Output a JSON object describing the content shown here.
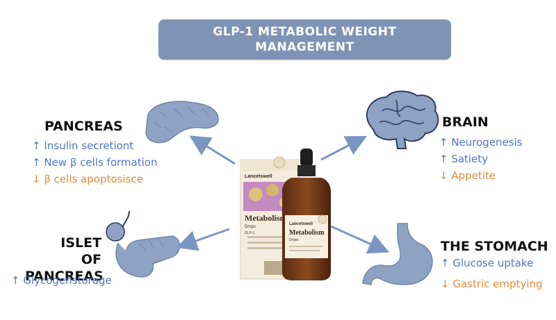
{
  "title": {
    "line1": "GLP-1 METABOLIC WEIGHT",
    "line2": "MANAGEMENT"
  },
  "pancreas": {
    "title": "PANCREAS",
    "effects": [
      {
        "text": "↑ Insulin secretiont",
        "direction": "up"
      },
      {
        "text": "↑ New β cells formation",
        "direction": "up"
      },
      {
        "text": "↓ β cells apoptosisce",
        "direction": "down"
      }
    ]
  },
  "brain": {
    "title": "BRAIN",
    "effects": [
      {
        "text": "↑ Neurogenesis",
        "direction": "up"
      },
      {
        "text": "↑ Satiety",
        "direction": "up"
      },
      {
        "text": "↓ Appetite",
        "direction": "down"
      }
    ]
  },
  "islet": {
    "title_line1": "ISLET OF",
    "title_line2": "PANCREAS",
    "effects": [
      {
        "text": "↑ Glycogenstorage",
        "direction": "up"
      }
    ]
  },
  "stomach": {
    "title": "THE STOMACH",
    "effects": [
      {
        "text": "↑ Glucose uptake",
        "direction": "up"
      },
      {
        "text": "↓ Gastric emptying",
        "direction": "down"
      }
    ]
  },
  "product": {
    "brand": "Lancetswell",
    "name": "Metabolism",
    "subname": "Drops",
    "badge": "GLP-1"
  },
  "colors": {
    "title_bg": "#7f93b4",
    "up": "#4f76c3",
    "down": "#e08a3b",
    "organ": "#8ea3c4",
    "arrow": "#7b95c2"
  }
}
